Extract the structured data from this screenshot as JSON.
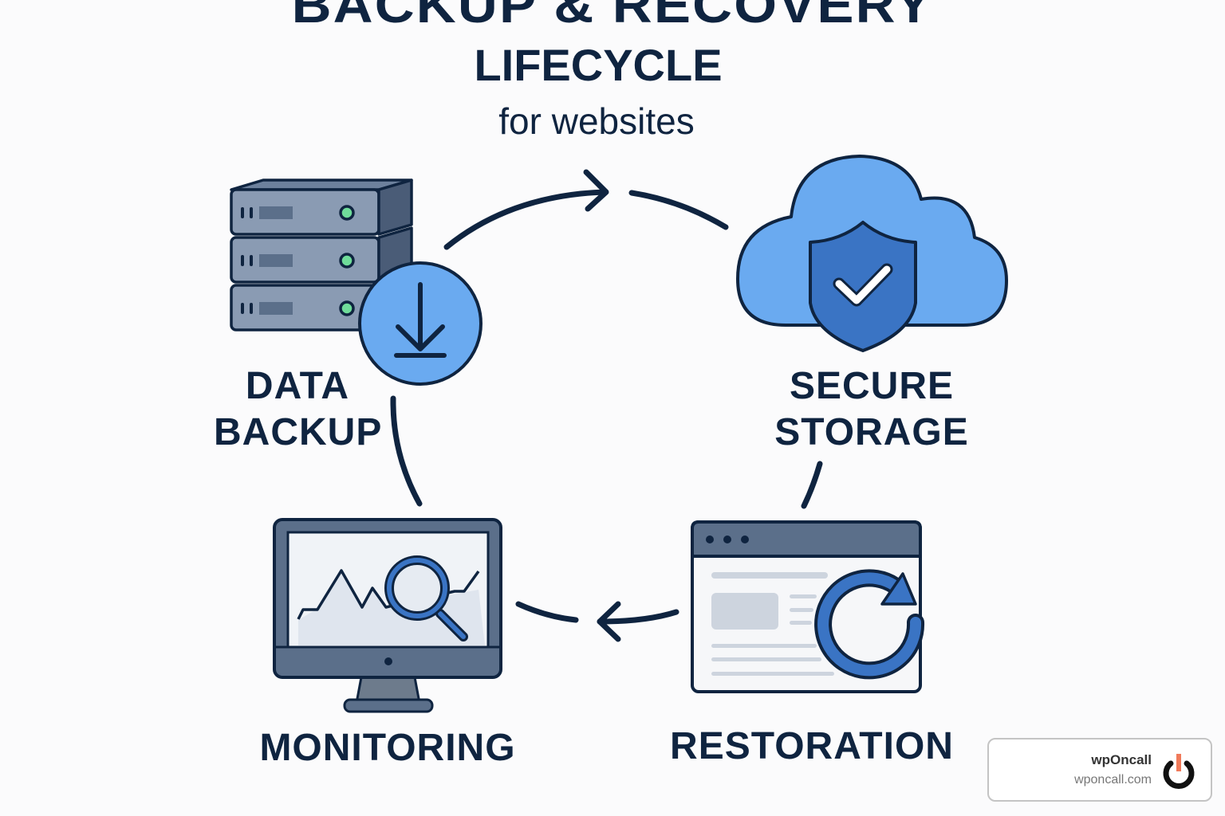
{
  "title": {
    "main": "BACKUP & RECOVERY",
    "sub": "LIFECYCLE",
    "tagline": "for websites"
  },
  "stages": [
    {
      "id": "data-backup",
      "line1": "DATA",
      "line2": "BACKUP",
      "icon": "server-download-icon"
    },
    {
      "id": "secure-storage",
      "line1": "SECURE",
      "line2": "STORAGE",
      "icon": "cloud-shield-icon"
    },
    {
      "id": "restoration",
      "line1": "RESTORATION",
      "line2": "",
      "icon": "browser-refresh-icon"
    },
    {
      "id": "monitoring",
      "line1": "MONITORING",
      "line2": "",
      "icon": "monitor-search-icon"
    }
  ],
  "flow": [
    "data-backup",
    "secure-storage",
    "restoration",
    "monitoring",
    "data-backup"
  ],
  "badge": {
    "name": "wpOncall",
    "url": "wponcall.com",
    "logo": "power-icon"
  },
  "colors": {
    "navy": "#0f2440",
    "slate": "#5b6f8a",
    "slate_light": "#8a9bb3",
    "blue_light": "#6aaaf0",
    "blue_mid": "#3a74c4",
    "green_led": "#6fdc9a",
    "accent_red": "#f07a5a"
  }
}
